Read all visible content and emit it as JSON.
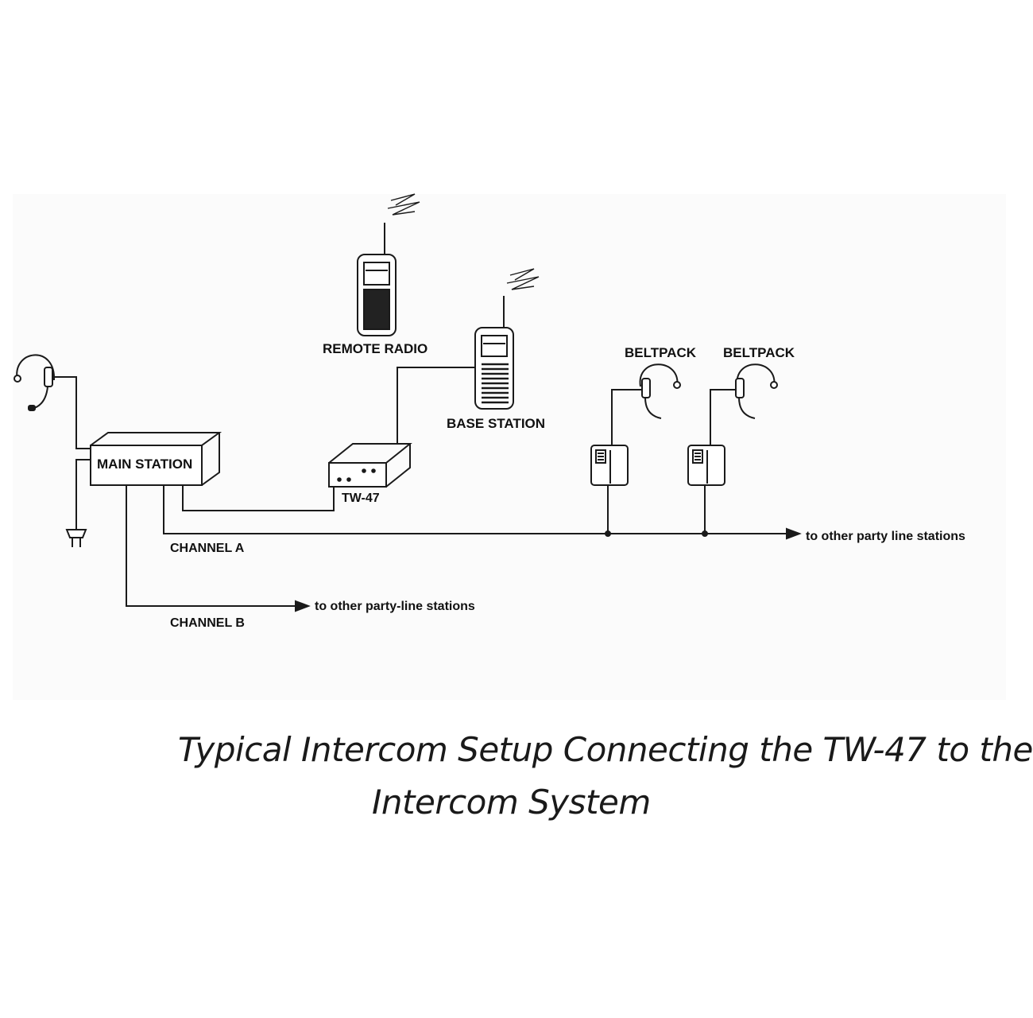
{
  "labels": {
    "main_station": "MAIN STATION",
    "tw47": "TW-47",
    "remote_radio": "REMOTE RADIO",
    "base_station": "BASE STATION",
    "beltpack_1": "BELTPACK",
    "beltpack_2": "BELTPACK",
    "channel_a": "CHANNEL A",
    "channel_b": "CHANNEL B",
    "to_party_line_a": "to other party line stations",
    "to_party_line_b": "to other party-line stations"
  },
  "caption": {
    "line1": "Typical Intercom Setup Connecting the TW-47 to the",
    "line2": "Intercom System"
  },
  "colors": {
    "line": "#1a1a1a",
    "panel_bg": "#fbfbfb",
    "dark_fill": "#222222"
  }
}
